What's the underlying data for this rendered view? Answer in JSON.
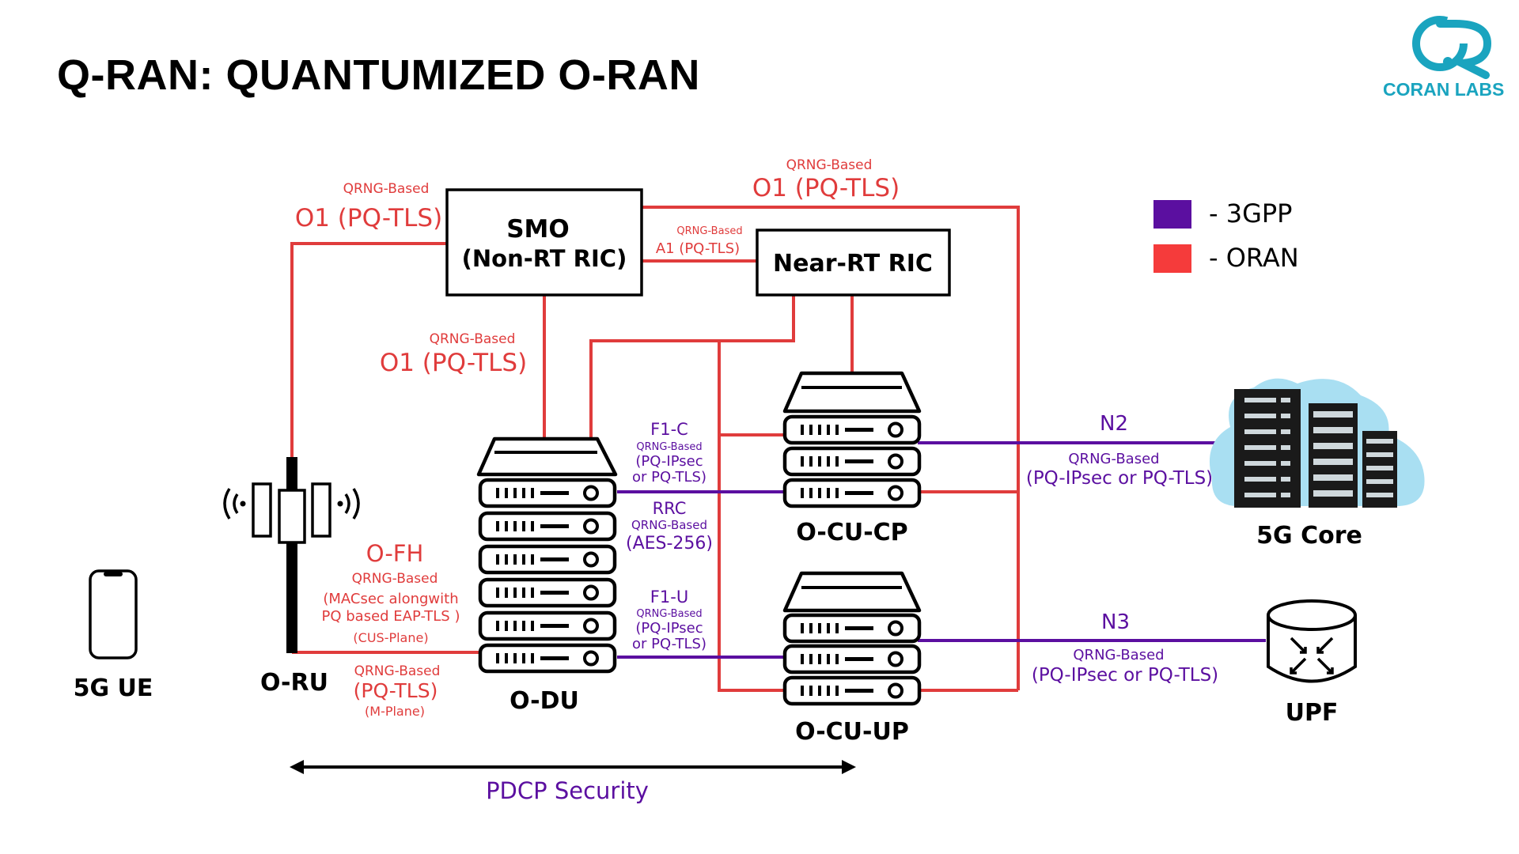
{
  "title": "Q-RAN: QUANTUMIZED O-RAN",
  "brand": {
    "name": "CORAN LABS",
    "logo_icon": "coran-labs-logo-icon",
    "color": "#1aa4bf"
  },
  "colors": {
    "oran": "#e03c3c",
    "tgpp": "#5b0fa0",
    "cloud": "#a9dff2",
    "text": "#000000"
  },
  "legend": [
    {
      "label": "- 3GPP",
      "color": "#5b0fa0"
    },
    {
      "label": "- ORAN",
      "color": "#f53b3b"
    }
  ],
  "nodes": {
    "smo": {
      "line1": "SMO",
      "line2": "(Non-RT RIC)"
    },
    "near_rt_ric": "Near-RT RIC",
    "o_du": "O-DU",
    "o_cu_cp": "O-CU-CP",
    "o_cu_up": "O-CU-UP",
    "core": "5G Core",
    "upf": "UPF",
    "ue": "5G UE",
    "o_ru": "O-RU"
  },
  "interfaces": {
    "o1_left": {
      "qrng": "QRNG-Based",
      "name": "O1 (PQ-TLS)"
    },
    "o1_top": {
      "qrng": "QRNG-Based",
      "name": "O1 (PQ-TLS)"
    },
    "o1_mid": {
      "qrng": "QRNG-Based",
      "name": "O1 (PQ-TLS)"
    },
    "a1": {
      "qrng": "QRNG-Based",
      "name": "A1 (PQ-TLS)"
    },
    "f1c": {
      "name": "F1-C",
      "qrng": "QRNG-Based",
      "line1": "(PQ-IPsec",
      "line2": "or PQ-TLS)"
    },
    "rrc": {
      "name": "RRC",
      "qrng": "QRNG-Based",
      "line1": "(AES-256)"
    },
    "f1u": {
      "name": "F1-U",
      "qrng": "QRNG-Based",
      "line1": "(PQ-IPsec",
      "line2": "or PQ-TLS)"
    },
    "ofh": {
      "name": "O-FH",
      "qrng": "QRNG-Based",
      "line1": "(MACsec alongwith",
      "line2": "PQ based EAP-TLS )",
      "line3": "(CUS-Plane)"
    },
    "mplane": {
      "qrng": "QRNG-Based",
      "line1": "(PQ-TLS)",
      "line2": "(M-Plane)"
    },
    "n2": {
      "name": "N2",
      "qrng": "QRNG-Based",
      "line1": "(PQ-IPsec or PQ-TLS)"
    },
    "n3": {
      "name": "N3",
      "qrng": "QRNG-Based",
      "line1": "(PQ-IPsec or PQ-TLS)"
    }
  },
  "pdcp_security": "PDCP Security"
}
